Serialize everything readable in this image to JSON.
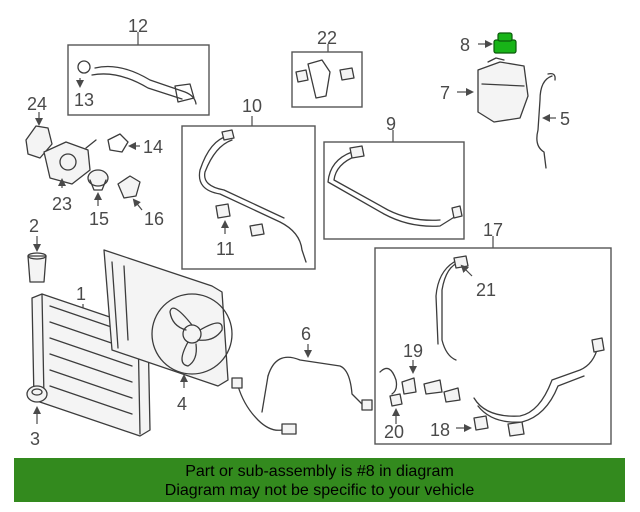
{
  "callouts": {
    "c1": "1",
    "c2": "2",
    "c3": "3",
    "c4": "4",
    "c5": "5",
    "c6": "6",
    "c7": "7",
    "c8": "8",
    "c9": "9",
    "c10": "10",
    "c11": "11",
    "c12": "12",
    "c13": "13",
    "c14": "14",
    "c15": "15",
    "c16": "16",
    "c17": "17",
    "c18": "18",
    "c19": "19",
    "c20": "20",
    "c21": "21",
    "c22": "22",
    "c23": "23",
    "c24": "24"
  },
  "highlight": {
    "color": "#18b418"
  },
  "banner": {
    "line1": "Part or sub-assembly is #8 in diagram",
    "line2": "Diagram may not be specific to your vehicle",
    "color": "#338a1e"
  }
}
